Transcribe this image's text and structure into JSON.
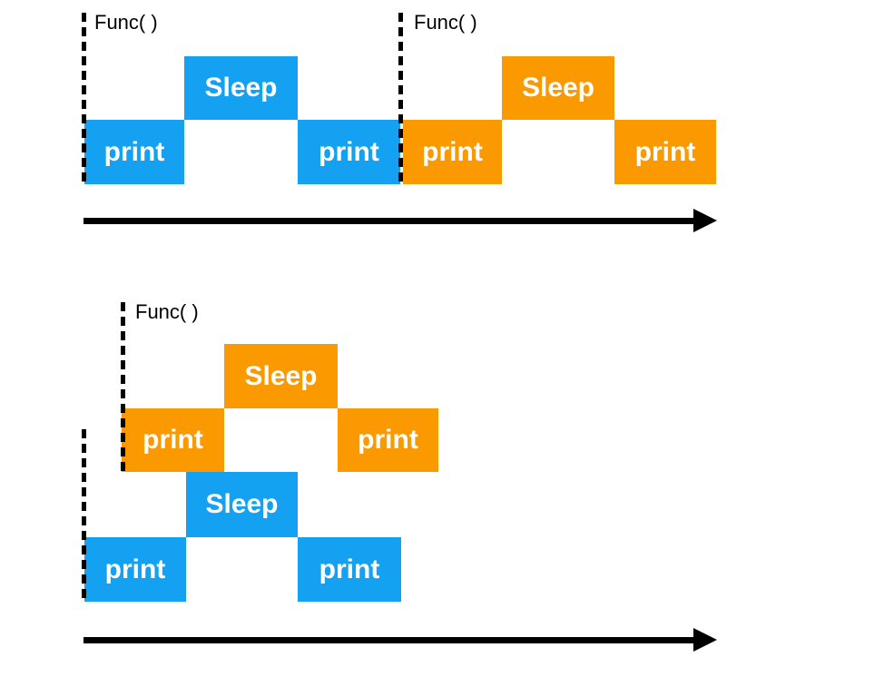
{
  "colors": {
    "blue": "#14A1F2",
    "orange": "#FB9900",
    "black": "#000000",
    "white": "#FFFFFF"
  },
  "diagram": {
    "top_timeline": {
      "calls": [
        {
          "func_label": "Func( )",
          "color_name": "blue",
          "blocks": [
            {
              "label": "print"
            },
            {
              "label": "Sleep"
            },
            {
              "label": "print"
            }
          ]
        },
        {
          "func_label": "Func( )",
          "color_name": "orange",
          "blocks": [
            {
              "label": "print"
            },
            {
              "label": "Sleep"
            },
            {
              "label": "print"
            }
          ]
        }
      ]
    },
    "bottom_timeline": {
      "calls": [
        {
          "func_label": "Func( )",
          "color_name": "orange",
          "blocks": [
            {
              "label": "print"
            },
            {
              "label": "Sleep"
            },
            {
              "label": "print"
            }
          ]
        },
        {
          "func_label": "",
          "color_name": "blue",
          "blocks": [
            {
              "label": "print"
            },
            {
              "label": "Sleep"
            },
            {
              "label": "print"
            }
          ]
        }
      ]
    }
  }
}
